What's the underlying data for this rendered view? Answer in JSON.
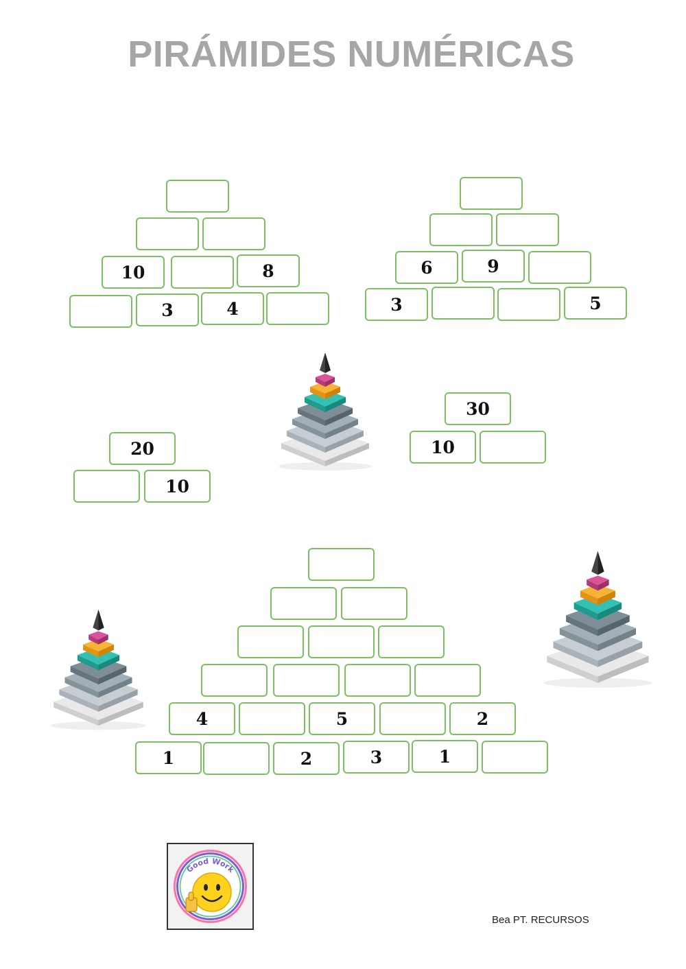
{
  "title": "PIRÁMIDES NUMÉRICAS",
  "border_color": "#7cbf63",
  "pyramid_1": {
    "row_1": [
      ""
    ],
    "row_2": [
      "",
      ""
    ],
    "row_3": [
      "10",
      "",
      "8"
    ],
    "row_4": [
      "",
      "3",
      "4",
      ""
    ]
  },
  "pyramid_2": {
    "row_1": [
      ""
    ],
    "row_2": [
      "",
      ""
    ],
    "row_3": [
      "6",
      "9",
      ""
    ],
    "row_4": [
      "3",
      "",
      "",
      "5"
    ]
  },
  "pyramid_3": {
    "row_1": [
      "20"
    ],
    "row_2": [
      "",
      "10"
    ]
  },
  "pyramid_4": {
    "row_1": [
      "30"
    ],
    "row_2": [
      "10",
      ""
    ]
  },
  "pyramid_5": {
    "row_1": [
      ""
    ],
    "row_2": [
      "",
      ""
    ],
    "row_3": [
      "",
      "",
      ""
    ],
    "row_4": [
      "",
      "",
      "",
      ""
    ],
    "row_5": [
      "4",
      "",
      "5",
      "",
      "2"
    ],
    "row_6": [
      "1",
      "",
      "2",
      "3",
      "1",
      ""
    ]
  },
  "badge": {
    "text": "Good Work",
    "icon": "smiley-thumbs-up-icon"
  },
  "credit": "Bea PT. RECURSOS"
}
